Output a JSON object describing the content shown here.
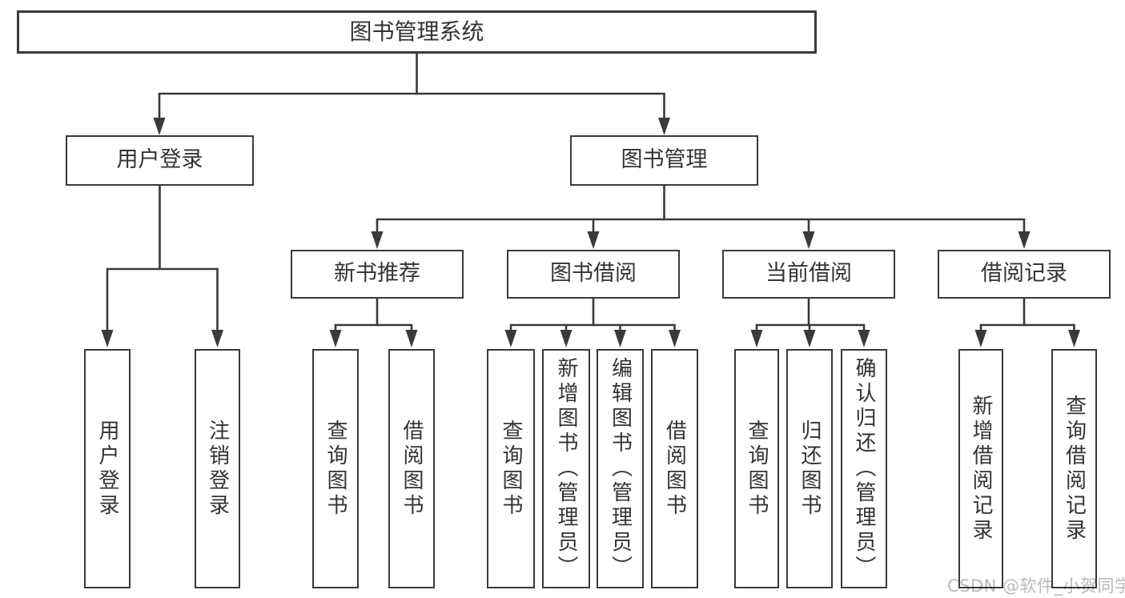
{
  "diagram": {
    "root": {
      "label": "图书管理系统",
      "children": [
        {
          "label": "用户登录",
          "children": [
            {
              "label": "用户登录"
            },
            {
              "label": "注销登录"
            }
          ]
        },
        {
          "label": "图书管理",
          "children": [
            {
              "label": "新书推荐",
              "children": [
                {
                  "label": "查询图书"
                },
                {
                  "label": "借阅图书"
                }
              ]
            },
            {
              "label": "图书借阅",
              "children": [
                {
                  "label": "查询图书"
                },
                {
                  "label": "新增图书（管理员）"
                },
                {
                  "label": "编辑图书（管理员）"
                },
                {
                  "label": "借阅图书"
                }
              ]
            },
            {
              "label": "当前借阅",
              "children": [
                {
                  "label": "查询图书"
                },
                {
                  "label": "归还图书"
                },
                {
                  "label": "确认归还（管理员）"
                }
              ]
            },
            {
              "label": "借阅记录",
              "children": [
                {
                  "label": "新增借阅记录"
                },
                {
                  "label": "查询借阅记录"
                }
              ]
            }
          ]
        }
      ]
    }
  },
  "watermark": {
    "text": "CSDN @软件_小贺同学"
  },
  "colors": {
    "line": "#3a3a3a",
    "text": "#333333",
    "background": "#ffffff",
    "watermark": "#b9b9b9"
  }
}
